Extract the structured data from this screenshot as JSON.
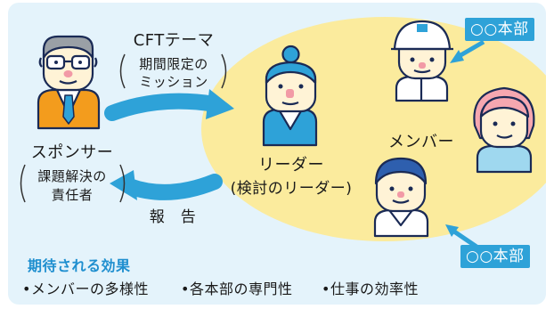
{
  "cft_theme": {
    "title": "CFTテーマ",
    "note_line1": "期間限定の",
    "note_line2": "ミッション"
  },
  "sponsor": {
    "label": "スポンサー",
    "note_line1": "課題解決の",
    "note_line2": "責任者"
  },
  "leader": {
    "label": "リーダー",
    "note": "(検討のリーダー)"
  },
  "members": {
    "label": "メンバー"
  },
  "report": {
    "label": "報　告"
  },
  "dept_badge_top": "○○本部",
  "dept_badge_bottom": "○○本部",
  "effects": {
    "heading": "期待される効果",
    "items": [
      "•メンバーの多様性",
      "•各本部の専門性",
      "•仕事の効率性"
    ]
  },
  "colors": {
    "panel_bg": "#e4f3fb",
    "group_ellipse": "#fbeb9d",
    "arrow_blue": "#2ea2d8",
    "heading_blue": "#1f8fcf",
    "skin": "#fff3d6",
    "outline": "#1a2a55"
  },
  "icons": [
    "sponsor-person-icon",
    "leader-person-icon",
    "member-helmet-icon",
    "member-woman-icon",
    "member-man-icon"
  ]
}
